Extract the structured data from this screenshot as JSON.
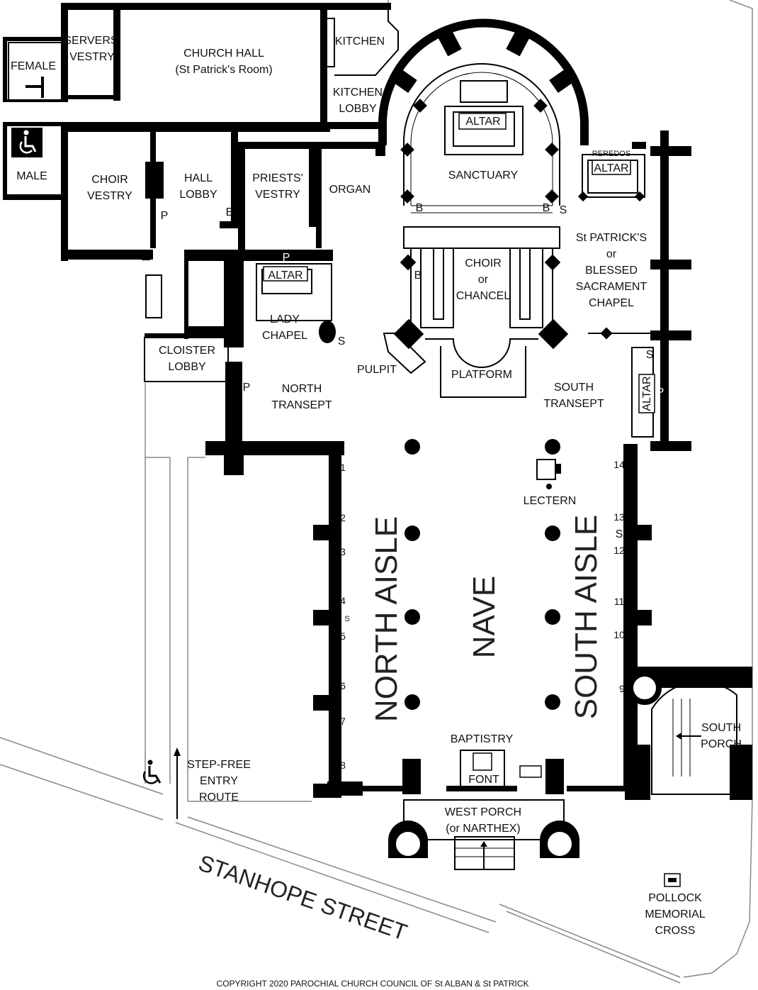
{
  "rooms": {
    "female": "FEMALE",
    "male": "MALE",
    "servers_vestry": [
      "SERVERS'",
      "VESTRY"
    ],
    "church_hall": [
      "CHURCH HALL",
      "(St Patrick's Room)"
    ],
    "kitchen": "KITCHEN",
    "kitchen_lobby": [
      "KITCHEN",
      "LOBBY"
    ],
    "choir_vestry": [
      "CHOIR",
      "VESTRY"
    ],
    "hall_lobby": [
      "HALL",
      "LOBBY"
    ],
    "priests_vestry": [
      "PRIESTS'",
      "VESTRY"
    ],
    "organ": "ORGAN",
    "sanctuary": "SANCTUARY",
    "altar_main": "ALTAR",
    "reredos": "REREDOS",
    "altar_patrick": "ALTAR",
    "st_patricks_chapel": [
      "St PATRICK'S",
      "or",
      "BLESSED",
      "SACRAMENT",
      "CHAPEL"
    ],
    "choir": [
      "CHOIR",
      "or",
      "CHANCEL"
    ],
    "lady_chapel": [
      "LADY",
      "CHAPEL"
    ],
    "altar_lady": "ALTAR",
    "cloister_lobby": [
      "CLOISTER",
      "LOBBY"
    ],
    "pulpit": "PULPIT",
    "platform": "PLATFORM",
    "north_transept": [
      "NORTH",
      "TRANSEPT"
    ],
    "south_transept": [
      "SOUTH",
      "TRANSEPT"
    ],
    "altar_south": "ALTAR",
    "lectern": "LECTERN",
    "north_aisle": "NORTH AISLE",
    "nave": "NAVE",
    "south_aisle": "SOUTH AISLE",
    "baptistry": "BAPTISTRY",
    "font": "FONT",
    "west_porch": [
      "WEST PORCH",
      "(or NARTHEX)"
    ],
    "south_porch": [
      "SOUTH",
      "PORCH"
    ],
    "step_free": [
      "STEP-FREE",
      "ENTRY",
      "ROUTE"
    ],
    "pollock_cross": [
      "POLLOCK",
      "MEMORIAL",
      "CROSS"
    ]
  },
  "markers": {
    "p": "P",
    "b": "B",
    "s": "S"
  },
  "stations": [
    "1",
    "2",
    "3",
    "4",
    "5",
    "6",
    "7",
    "8",
    "9",
    "10",
    "11",
    "12",
    "13",
    "14"
  ],
  "street": "STANHOPE STREET",
  "copyright": "COPYRIGHT 2020 PAROCHIAL CHURCH COUNCIL OF St ALBAN & St PATRICK",
  "icons": {
    "accessible": "wheelchair-icon"
  }
}
